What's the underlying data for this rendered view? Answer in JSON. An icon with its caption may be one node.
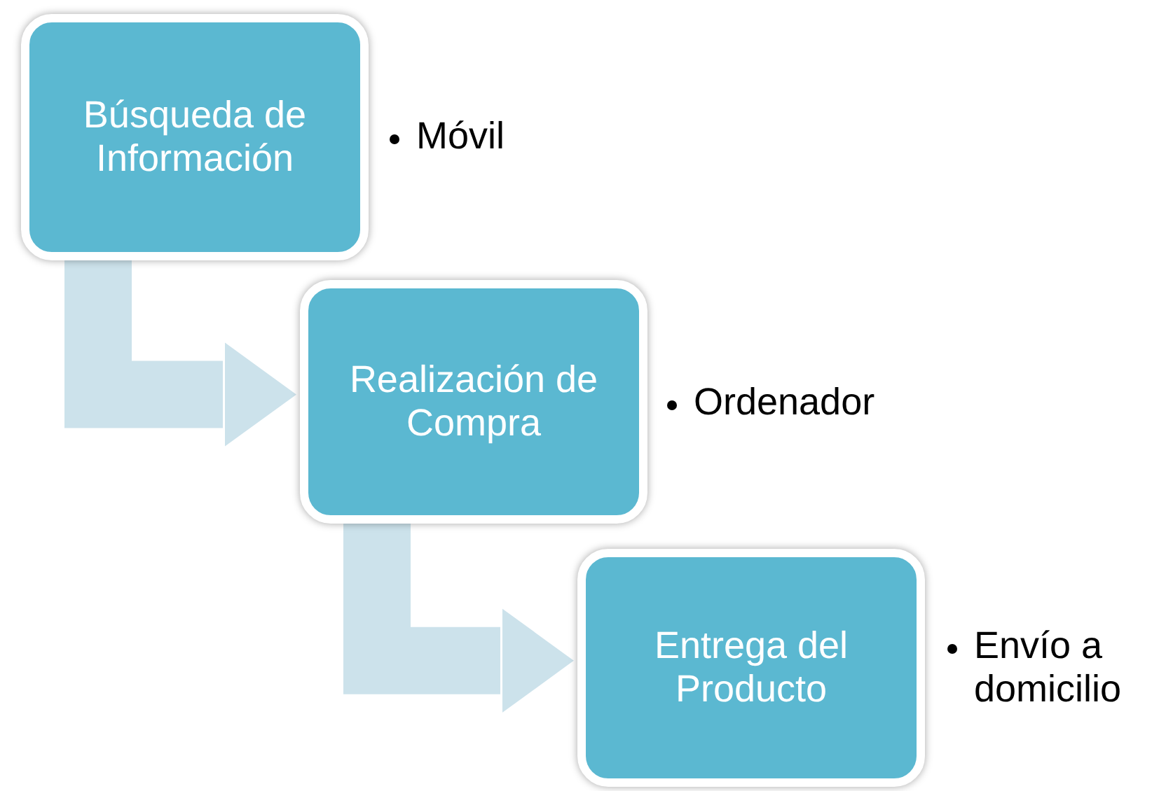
{
  "diagram": {
    "nodes": [
      {
        "text": [
          "Búsqueda de Información"
        ],
        "beside": [
          "Móvil"
        ]
      },
      {
        "text": [
          "Realización de Compra"
        ],
        "beside": [
          "Ordenador"
        ]
      },
      {
        "text": [
          "Entrega del Producto"
        ],
        "beside": [
          "Envío a domicilio"
        ]
      }
    ],
    "edges": [
      {
        "from": 0,
        "to": 1,
        "arrow": "to"
      },
      {
        "from": 1,
        "to": 2,
        "arrow": "to"
      }
    ]
  }
}
